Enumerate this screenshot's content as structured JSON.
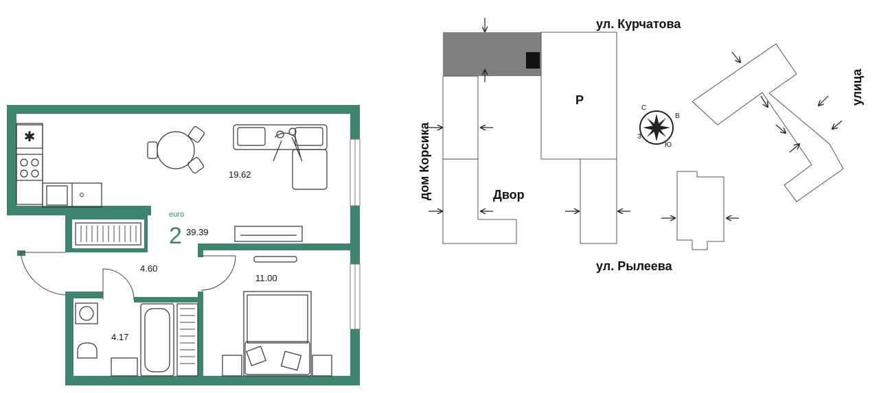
{
  "plan": {
    "type_label": "euro",
    "rooms": "2",
    "total_area": "39.39",
    "areas": {
      "living": "19.62",
      "hall": "4.60",
      "bedroom": "11.00",
      "bathroom": "4.17"
    },
    "wall_color": "#3f8470"
  },
  "site": {
    "streets": {
      "top": "ул. Курчатова",
      "bottom": "ул. Рылеева",
      "left": "дом Корсика",
      "right": "улица"
    },
    "parking_label": "P",
    "yard_label": "Двор",
    "compass": {
      "n": "С",
      "e": "В",
      "s": "Ю",
      "w": "З"
    }
  }
}
